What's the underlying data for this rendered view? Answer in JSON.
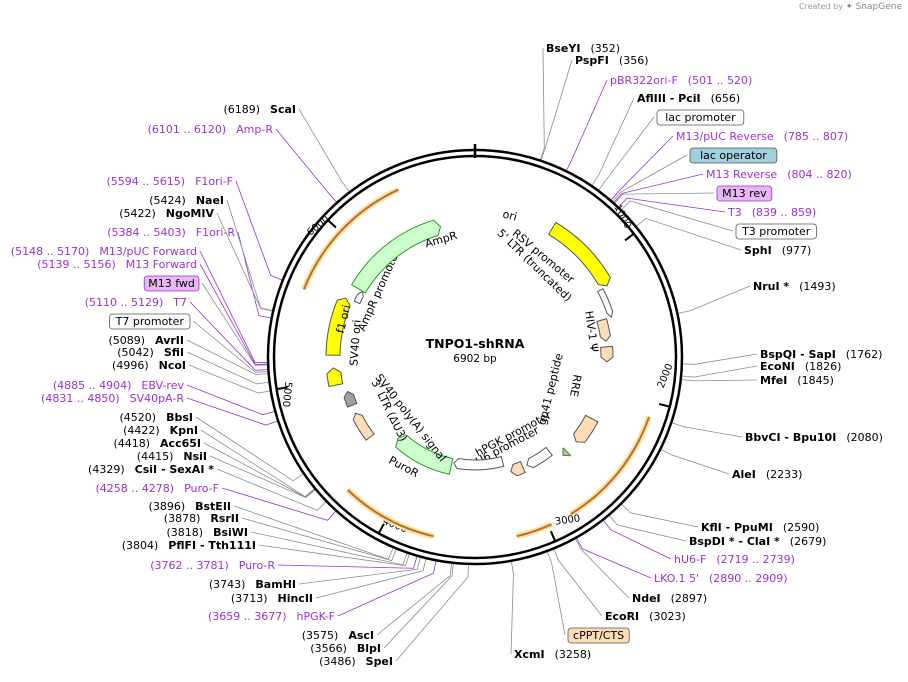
{
  "watermark": {
    "prefix": "Created by",
    "brand": "SnapGene"
  },
  "plasmid": {
    "name": "TNPO1-shRNA",
    "size": "6902 bp",
    "length": 6902
  },
  "ticks": [
    "1000",
    "2000",
    "3000",
    "4000",
    "5000",
    "6000"
  ],
  "features": [
    {
      "label": "ori",
      "start": 594,
      "end": 1182,
      "kind": "ori",
      "color": "#ffff00"
    },
    {
      "label": "RSV promoter",
      "start": 1187,
      "end": 1413,
      "kind": "promoter",
      "color": "#ffffff"
    },
    {
      "label": "5' LTR (truncated)",
      "start": 1414,
      "end": 1594,
      "kind": "ltr",
      "color": "#ffdcb8"
    },
    {
      "label": "HIV-1 Ψ",
      "start": 1641,
      "end": 1766,
      "kind": "misc",
      "color": "#ffdcb8"
    },
    {
      "label": "RRE",
      "start": 2259,
      "end": 2492,
      "kind": "misc",
      "color": "#ffdcb8"
    },
    {
      "label": "gp41 peptide",
      "start": 2604,
      "end": 2650,
      "kind": "cds",
      "color": "#e8a0a8"
    },
    {
      "label": "U6 promoter",
      "start": 2719,
      "end": 2959,
      "kind": "promoter",
      "color": "#ffffff"
    },
    {
      "label": "cPPT/CTS",
      "start": 3001,
      "end": 3118,
      "kind": "misc",
      "color": "#ffdcb8"
    },
    {
      "label": "hPGK promoter",
      "start": 3168,
      "end": 3667,
      "kind": "promoter",
      "color": "#ffffff"
    },
    {
      "label": "PuroR",
      "start": 3688,
      "end": 4284,
      "kind": "cds",
      "color": "#ccffcc"
    },
    {
      "label": "3' LTR (ΔU3)",
      "start": 4460,
      "end": 4693,
      "kind": "ltr",
      "color": "#ffdcb8"
    },
    {
      "label": "SV40 poly(A) signal",
      "start": 4765,
      "end": 4886,
      "kind": "polya",
      "color": "#a0a0a0"
    },
    {
      "label": "SV40 ori",
      "start": 4957,
      "end": 5092,
      "kind": "ori",
      "color": "#ffff00"
    },
    {
      "label": "f1 ori",
      "start": 5191,
      "end": 5646,
      "kind": "ori",
      "color": "#ffff00"
    },
    {
      "label": "AmpR promoter",
      "start": 5653,
      "end": 5757,
      "kind": "promoter",
      "color": "#ffffff"
    },
    {
      "label": "AmpR",
      "start": 5758,
      "end": 6618,
      "kind": "cds",
      "color": "#ccffcc"
    }
  ],
  "orange_arcs": [
    {
      "start": 5590,
      "end": 6430
    },
    {
      "start": 2090,
      "end": 2850
    },
    {
      "start": 2980,
      "end": 3200
    },
    {
      "start": 3700,
      "end": 4290
    }
  ],
  "sites": [
    {
      "name": "BseYI",
      "pos": "(352)"
    },
    {
      "name": "PspFI",
      "pos": "(356)"
    },
    {
      "name": "pBR322ori-F",
      "pos": "(501 .. 520)"
    },
    {
      "name": "AflIII - PciI",
      "pos": "(656)"
    },
    {
      "name": "lac promoter",
      "pos": ""
    },
    {
      "name": "M13/pUC Reverse",
      "pos": "(785 .. 807)"
    },
    {
      "name": "lac operator",
      "pos": ""
    },
    {
      "name": "M13 Reverse",
      "pos": "(804 .. 820)"
    },
    {
      "name": "M13 rev",
      "pos": ""
    },
    {
      "name": "T3",
      "pos": "(839 .. 859)"
    },
    {
      "name": "T3 promoter",
      "pos": ""
    },
    {
      "name": "SphI",
      "pos": "(977)"
    },
    {
      "name": "NruI *",
      "pos": "(1493)"
    },
    {
      "name": "BspQI - SapI",
      "pos": "(1762)"
    },
    {
      "name": "EcoNI",
      "pos": "(1826)"
    },
    {
      "name": "MfeI",
      "pos": "(1845)"
    },
    {
      "name": "BbvCI - Bpu10I",
      "pos": "(2080)"
    },
    {
      "name": "AleI",
      "pos": "(2233)"
    },
    {
      "name": "KflI - PpuMI",
      "pos": "(2590)"
    },
    {
      "name": "BspDI * - ClaI *",
      "pos": "(2679)"
    },
    {
      "name": "hU6-F",
      "pos": "(2719 .. 2739)"
    },
    {
      "name": "LKO.1 5'",
      "pos": "(2890 .. 2909)"
    },
    {
      "name": "NdeI",
      "pos": "(2897)"
    },
    {
      "name": "EcoRI",
      "pos": "(3023)"
    },
    {
      "name": "cPPT/CTS",
      "pos": ""
    },
    {
      "name": "XcmI",
      "pos": "(3258)"
    },
    {
      "name": "SpeI",
      "pos": "(3486)"
    },
    {
      "name": "BlpI",
      "pos": "(3566)"
    },
    {
      "name": "AscI",
      "pos": "(3575)"
    },
    {
      "name": "hPGK-F",
      "pos": "(3659 .. 3677)"
    },
    {
      "name": "HincII",
      "pos": "(3713)"
    },
    {
      "name": "BamHI",
      "pos": "(3743)"
    },
    {
      "name": "Puro-R",
      "pos": "(3762 .. 3781)"
    },
    {
      "name": "PflFI - Tth111I",
      "pos": "(3804)"
    },
    {
      "name": "BsiWI",
      "pos": "(3818)"
    },
    {
      "name": "RsrII",
      "pos": "(3878)"
    },
    {
      "name": "BstEII",
      "pos": "(3896)"
    },
    {
      "name": "Puro-F",
      "pos": "(4258 .. 4278)"
    },
    {
      "name": "CsiI - SexAI *",
      "pos": "(4329)"
    },
    {
      "name": "NsiI",
      "pos": "(4415)"
    },
    {
      "name": "Acc65I",
      "pos": "(4418)"
    },
    {
      "name": "KpnI",
      "pos": "(4422)"
    },
    {
      "name": "BbsI",
      "pos": "(4520)"
    },
    {
      "name": "SV40pA-R",
      "pos": "(4831 .. 4850)"
    },
    {
      "name": "EBV-rev",
      "pos": "(4885 .. 4904)"
    },
    {
      "name": "NcoI",
      "pos": "(4996)"
    },
    {
      "name": "SfiI",
      "pos": "(5042)"
    },
    {
      "name": "AvrII",
      "pos": "(5089)"
    },
    {
      "name": "T7 promoter",
      "pos": ""
    },
    {
      "name": "T7",
      "pos": "(5110 .. 5129)"
    },
    {
      "name": "M13 fwd",
      "pos": ""
    },
    {
      "name": "M13 Forward",
      "pos": "(5139 .. 5156)"
    },
    {
      "name": "M13/pUC Forward",
      "pos": "(5148 .. 5170)"
    },
    {
      "name": "F1ori-R",
      "pos": "(5384 .. 5403)"
    },
    {
      "name": "NgoMIV",
      "pos": "(5422)"
    },
    {
      "name": "NaeI",
      "pos": "(5424)"
    },
    {
      "name": "F1ori-F",
      "pos": "(5594 .. 5615)"
    },
    {
      "name": "Amp-R",
      "pos": "(6101 .. 6120)"
    },
    {
      "name": "ScaI",
      "pos": "(6189)"
    }
  ],
  "colors": {
    "enzyme": "#000000",
    "primer": "#9b30d9",
    "leader": "#8c8c8c",
    "orange": "#f0a030",
    "backbone": "#000000"
  }
}
